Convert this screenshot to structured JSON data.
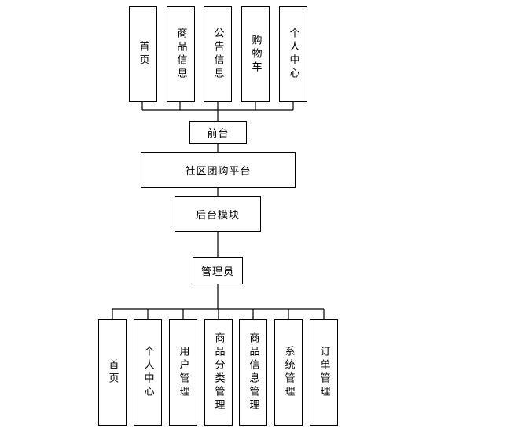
{
  "top_modules": [
    "首页",
    "商品信息",
    "公告信息",
    "购物车",
    "个人中心"
  ],
  "frontend": "前台",
  "platform": "社区团购平台",
  "backend": "后台模块",
  "admin": "管理员",
  "admin_modules": [
    "首页",
    "个人中心",
    "用户管理",
    "商品分类管理",
    "商品信息管理",
    "系统管理",
    "订单管理"
  ]
}
